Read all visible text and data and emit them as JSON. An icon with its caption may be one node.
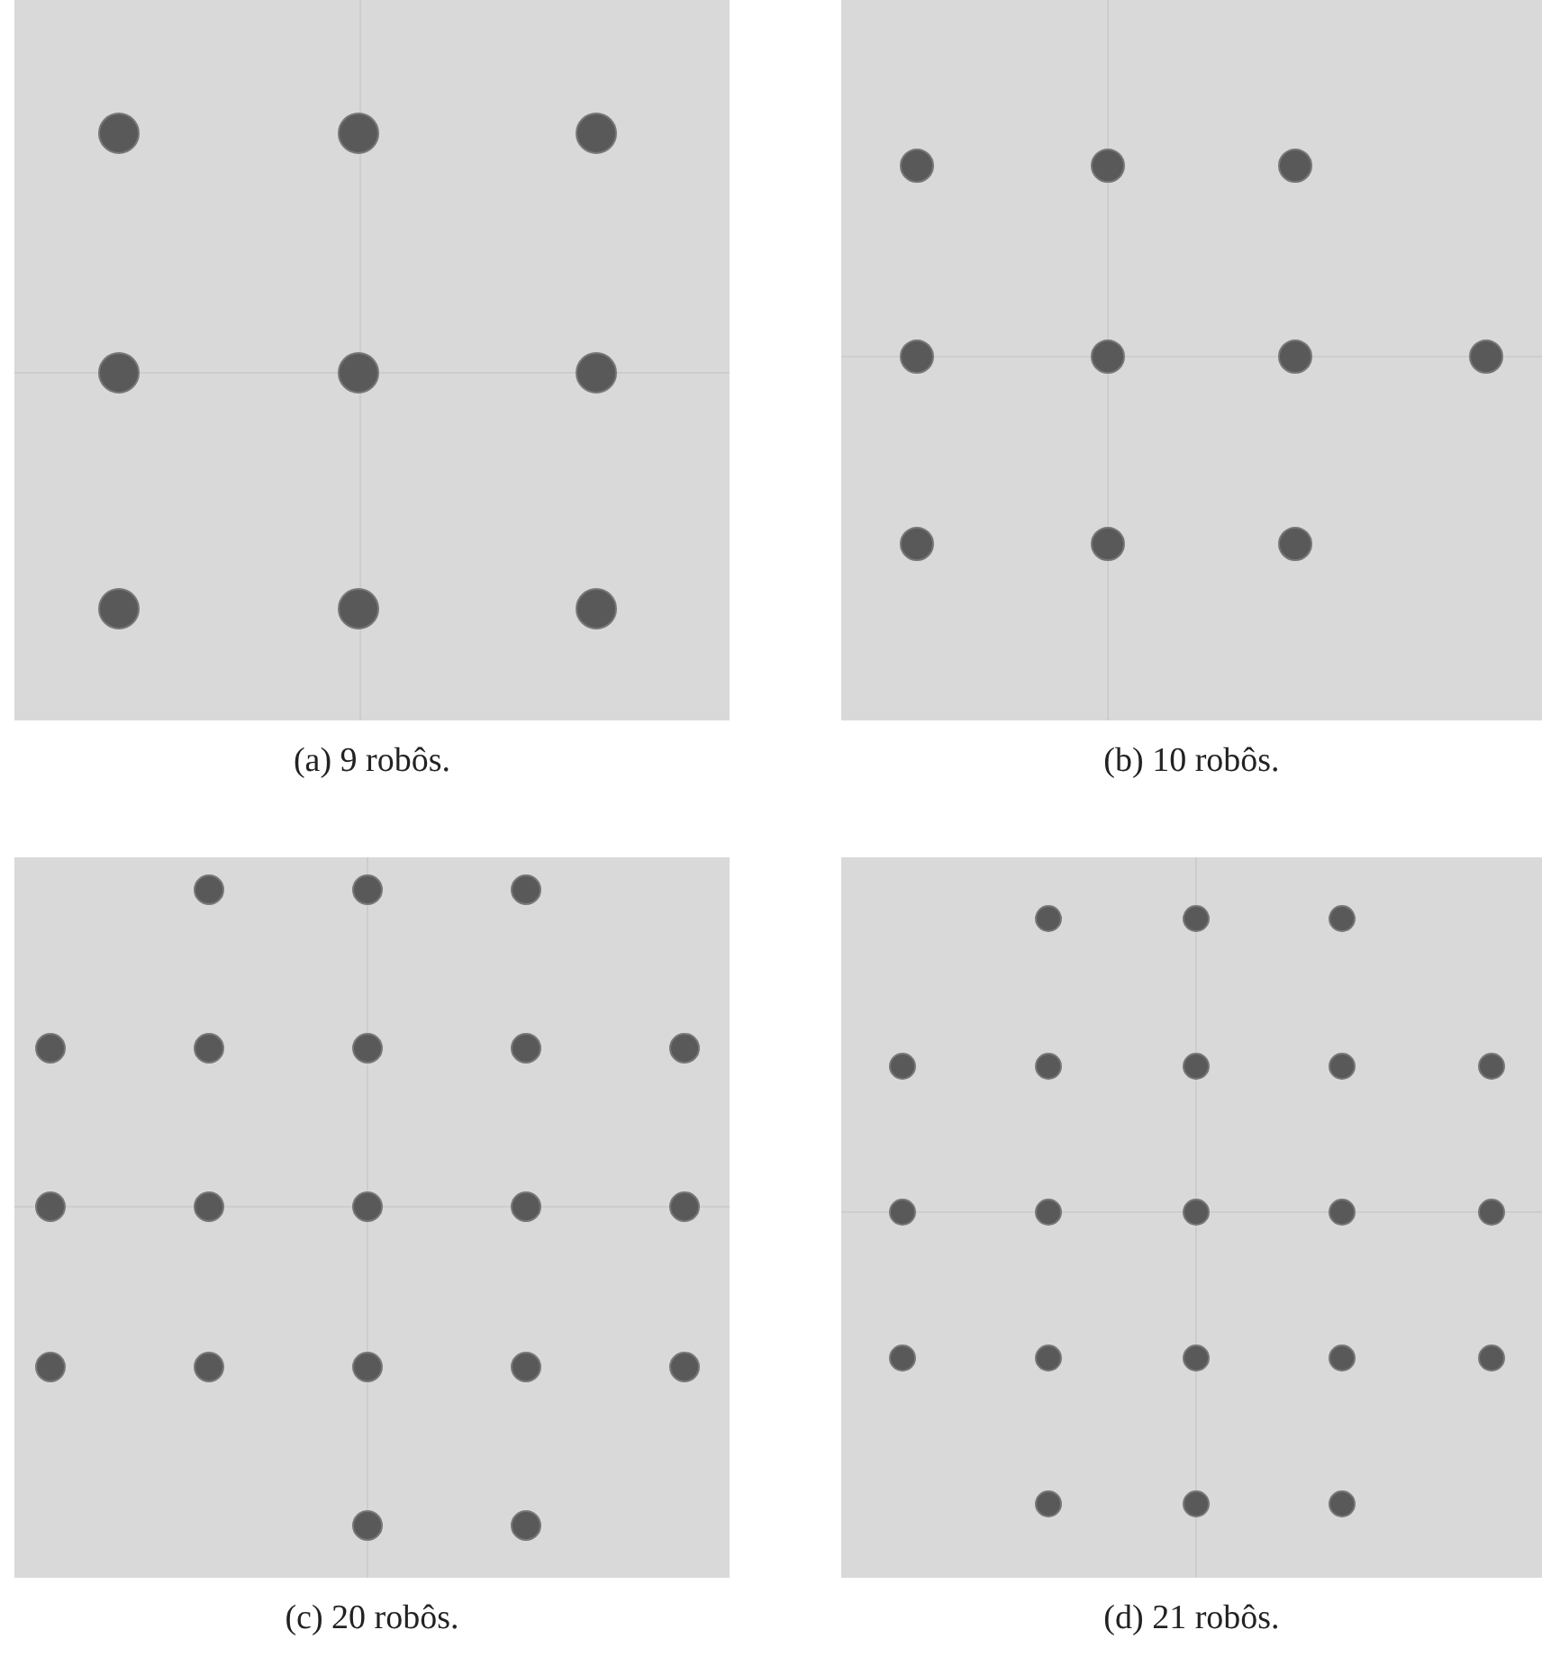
{
  "diagram": {
    "nodes": [
      {
        "text": [
          "(a) 9 robôs."
        ]
      },
      {
        "text": [
          "(b) 10 robôs."
        ]
      },
      {
        "text": [
          "(c) 20 robôs."
        ]
      },
      {
        "text": [
          "(d) 21 robôs."
        ]
      }
    ]
  }
}
